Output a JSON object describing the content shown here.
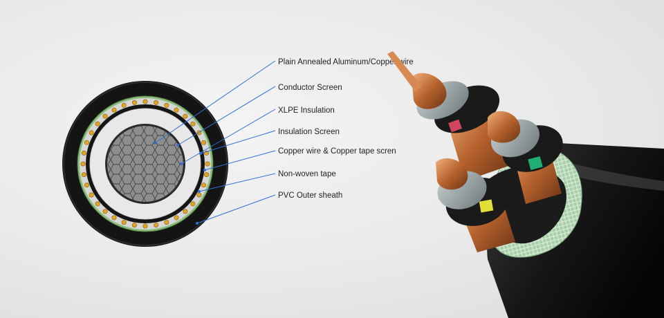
{
  "labels": [
    "Plain Annealed Aluminum/Copper wire",
    "Conductor Screen",
    "XLPE Insulation",
    "Insulation Screen",
    "Copper wire & Copper tape scren",
    "Non-woven tape",
    "PVC Outer sheath"
  ],
  "colors": {
    "leader_line": "#2f6fd6",
    "outer_sheath": "#121212",
    "copper": "#c87b45",
    "insulation": "#9aa6a8",
    "bedding_tape": "#9fc7a3"
  },
  "icons": [
    "cable-cross-section",
    "cable-photo"
  ]
}
